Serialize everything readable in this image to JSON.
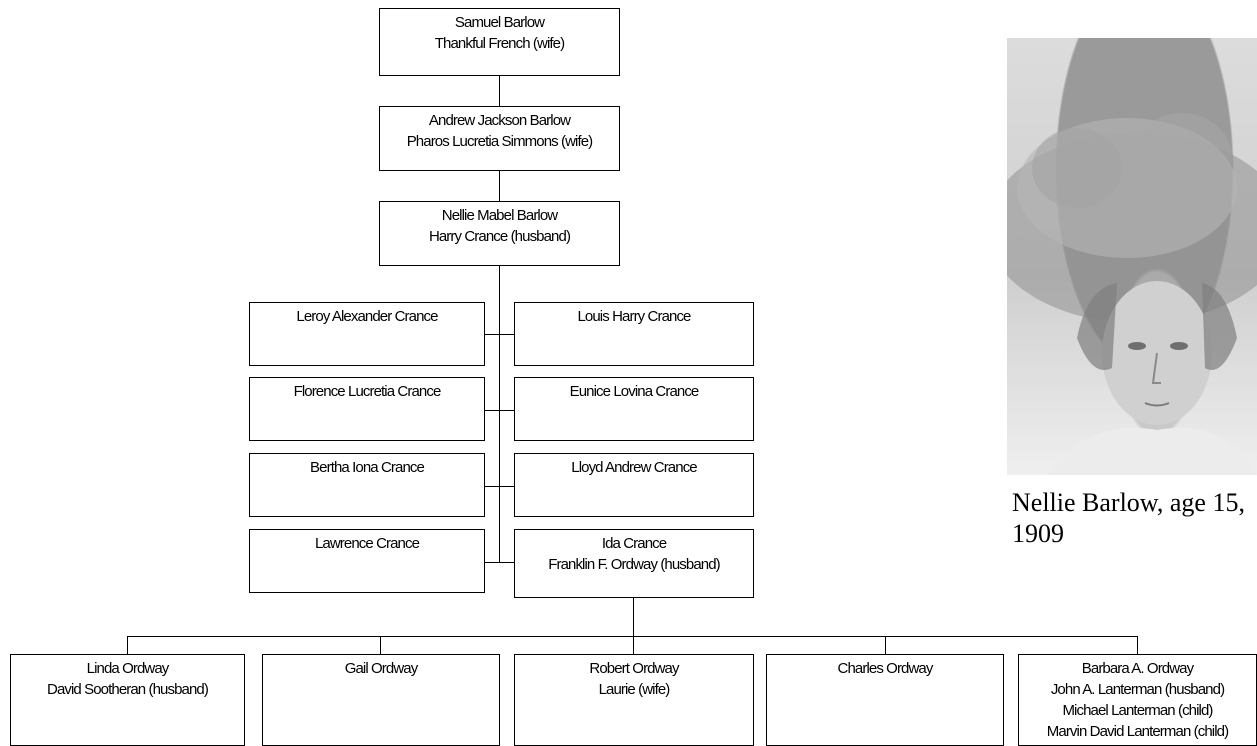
{
  "tree": {
    "gen1": [
      "Samuel Barlow",
      "Thankful French (wife)"
    ],
    "gen2": [
      "Andrew Jackson Barlow",
      "Pharos Lucretia Simmons (wife)"
    ],
    "gen3": [
      "Nellie Mabel Barlow",
      "Harry Crance (husband)"
    ],
    "children_left": [
      [
        "Leroy Alexander Crance"
      ],
      [
        "Florence Lucretia Crance"
      ],
      [
        "Bertha Iona Crance"
      ],
      [
        "Lawrence Crance"
      ]
    ],
    "children_right": [
      [
        "Louis Harry Crance"
      ],
      [
        "Eunice Lovina Crance"
      ],
      [
        "Lloyd Andrew Crance"
      ],
      [
        "Ida Crance",
        "Franklin F. Ordway (husband)"
      ]
    ],
    "grandchildren": [
      [
        "Linda Ordway",
        "David Sootheran (husband)"
      ],
      [
        "Gail Ordway"
      ],
      [
        "Robert Ordway",
        "Laurie (wife)"
      ],
      [
        "Charles Ordway"
      ],
      [
        "Barbara A. Ordway",
        "John A. Lanterman (husband)",
        "Michael Lanterman (child)",
        "Marvin David Lanterman (child)"
      ]
    ]
  },
  "photo": {
    "caption": "Nellie Barlow, age 15, 1909"
  }
}
